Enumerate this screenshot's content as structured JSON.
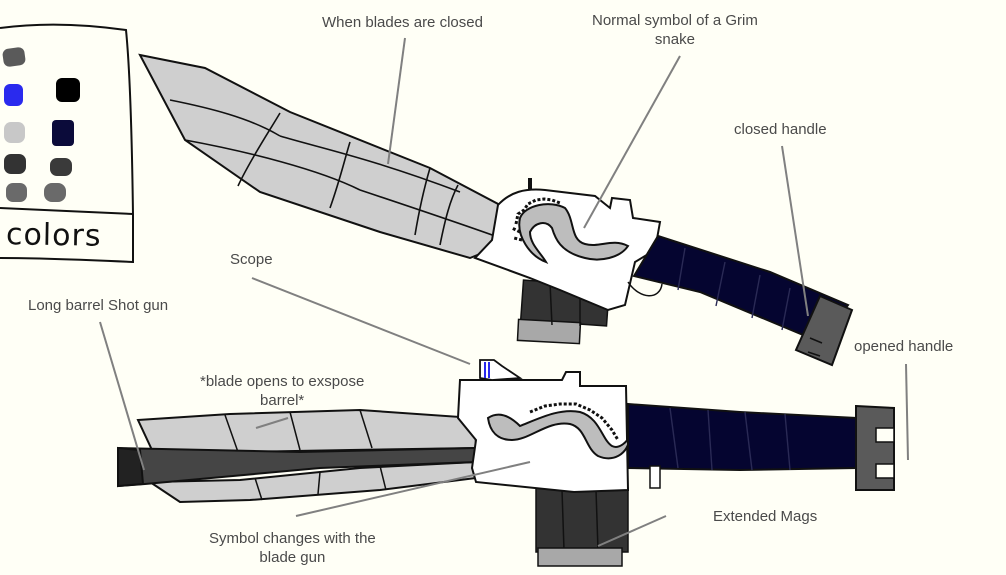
{
  "palette": {
    "word": "colors",
    "swatches": [
      "#5a5a5a",
      "#2a2aee",
      "#000000",
      "#c8c8c8",
      "#0b0b3a",
      "#333333",
      "#3a3a3a",
      "#6a6a6a",
      "#6a6a6a"
    ]
  },
  "annotations": {
    "blades_closed": "When blades are closed",
    "grim_symbol_1": "Normal symbol of a Grim",
    "grim_symbol_2": "snake",
    "closed_handle": "closed handle",
    "scope": "Scope",
    "long_barrel": "Long barrel Shot gun",
    "blade_opens_1": "*blade opens to exspose",
    "blade_opens_2": "barrel*",
    "opened_handle": "opened handle",
    "extended_mags": "Extended Mags",
    "symbol_changes_1": "Symbol changes with the",
    "symbol_changes_2": "blade gun"
  },
  "colors": {
    "blade": "#cfcfcf",
    "outline": "#111111",
    "handle": "#050530",
    "mag_dark": "#333333",
    "mag_light": "#a8a8a8",
    "guard": "#5a5a5a",
    "leader": "#808080"
  }
}
